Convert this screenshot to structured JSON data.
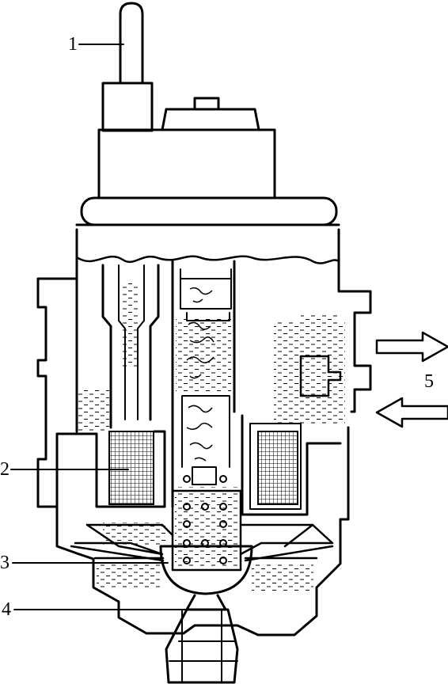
{
  "labels": {
    "l1": "1",
    "l2": "2",
    "l3": "3",
    "l4": "4",
    "l5": "5"
  },
  "colors": {
    "stroke": "#000000",
    "background": "#ffffff"
  }
}
